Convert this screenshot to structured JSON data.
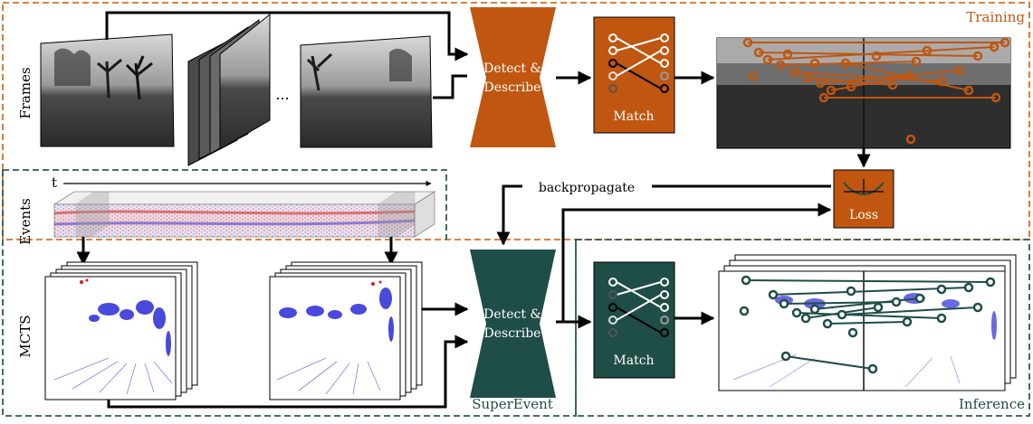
{
  "labels": {
    "training": "Training",
    "inference": "Inference",
    "superevent": "SuperEvent",
    "frames": "Frames",
    "events": "Events",
    "mcts": "MCTS",
    "time_axis": "t",
    "ellipsis": "...",
    "detect_line1": "Detect &",
    "detect_line2": "Describe",
    "match": "Match",
    "loss": "Loss",
    "backpropagate": "backpropagate"
  },
  "colors": {
    "orange": "#C0560F",
    "teal": "#1F4D47",
    "training_border": "#D0702A",
    "inference_border": "#2E5A52",
    "event_red": "#d21e1e",
    "event_blue": "#2a2ad6"
  }
}
